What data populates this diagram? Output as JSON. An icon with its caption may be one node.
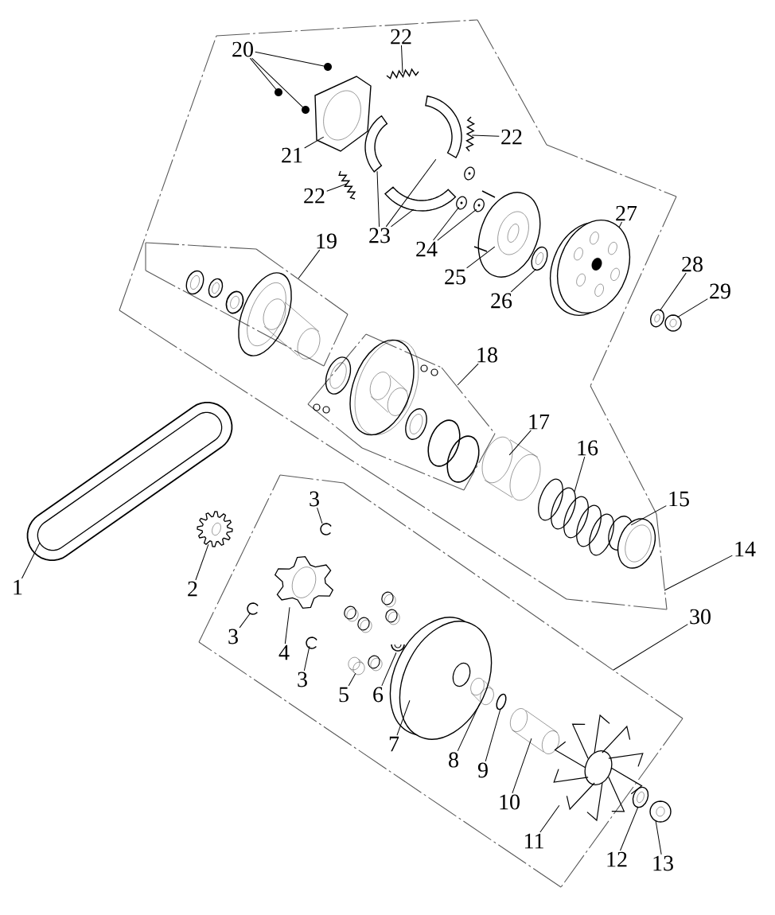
{
  "diagram": {
    "nodes": [
      {
        "text": [
          "20"
        ]
      },
      {
        "text": [
          "22"
        ]
      },
      {
        "text": [
          "21"
        ]
      },
      {
        "text": [
          "22"
        ]
      },
      {
        "text": [
          "22"
        ]
      },
      {
        "text": [
          "23"
        ]
      },
      {
        "text": [
          "24"
        ]
      },
      {
        "text": [
          "25"
        ]
      },
      {
        "text": [
          "26"
        ]
      },
      {
        "text": [
          "27"
        ]
      },
      {
        "text": [
          "28"
        ]
      },
      {
        "text": [
          "29"
        ]
      },
      {
        "text": [
          "19"
        ]
      },
      {
        "text": [
          "18"
        ]
      },
      {
        "text": [
          "17"
        ]
      },
      {
        "text": [
          "16"
        ]
      },
      {
        "text": [
          "15"
        ]
      },
      {
        "text": [
          "14"
        ]
      },
      {
        "text": [
          "1"
        ]
      },
      {
        "text": [
          "2"
        ]
      },
      {
        "text": [
          "3"
        ]
      },
      {
        "text": [
          "3"
        ]
      },
      {
        "text": [
          "4"
        ]
      },
      {
        "text": [
          "3"
        ]
      },
      {
        "text": [
          "5"
        ]
      },
      {
        "text": [
          "6"
        ]
      },
      {
        "text": [
          "7"
        ]
      },
      {
        "text": [
          "8"
        ]
      },
      {
        "text": [
          "9"
        ]
      },
      {
        "text": [
          "10"
        ]
      },
      {
        "text": [
          "11"
        ]
      },
      {
        "text": [
          "12"
        ]
      },
      {
        "text": [
          "13"
        ]
      },
      {
        "text": [
          "30"
        ]
      },
      {
        "text": [],
        "shape": "picture"
      },
      {
        "text": [],
        "shape": "picture"
      },
      {
        "text": [],
        "shape": "picture"
      },
      {
        "text": [],
        "shape": "picture"
      },
      {
        "text": [],
        "shape": "picture"
      },
      {
        "text": [],
        "shape": "picture"
      },
      {
        "text": [],
        "shape": "picture"
      },
      {
        "text": [],
        "shape": "picture"
      },
      {
        "text": [],
        "shape": "picture"
      },
      {
        "text": [],
        "shape": "picture"
      },
      {
        "text": [],
        "shape": "picture"
      },
      {
        "text": [],
        "shape": "picture"
      },
      {
        "text": [],
        "shape": "picture"
      },
      {
        "text": [],
        "shape": "picture"
      },
      {
        "text": [],
        "shape": "picture"
      },
      {
        "text": [],
        "shape": "picture"
      },
      {
        "text": [],
        "shape": "picture"
      },
      {
        "text": [],
        "shape": "picture"
      },
      {
        "text": [],
        "shape": "picture"
      },
      {
        "text": [],
        "shape": "picture"
      },
      {
        "text": [],
        "shape": "picture"
      },
      {
        "text": [],
        "shape": "picture"
      },
      {
        "text": [],
        "shape": "picture"
      },
      {
        "text": [],
        "shape": "picture"
      },
      {
        "text": [],
        "shape": "picture"
      },
      {
        "text": [],
        "shape": "picture"
      },
      {
        "text": [],
        "shape": "cylinder"
      },
      {
        "text": [],
        "shape": "picture"
      },
      {
        "text": [],
        "shape": "picture"
      },
      {
        "text": [],
        "shape": "picture"
      },
      {
        "text": [],
        "shape": "picture"
      },
      {
        "text": [],
        "shape": "picture"
      },
      {
        "text": [],
        "shape": "picture"
      },
      {
        "text": [],
        "shape": "picture"
      },
      {
        "text": [],
        "shape": "picture"
      }
    ],
    "edges": [
      {
        "from": 0,
        "to": 34,
        "arrow": "none"
      },
      {
        "from": 0,
        "to": 35,
        "arrow": "none"
      },
      {
        "from": 0,
        "to": 36,
        "arrow": "none"
      },
      {
        "from": 1,
        "to": 37,
        "arrow": "none"
      },
      {
        "from": 2,
        "to": 38,
        "arrow": "none"
      },
      {
        "from": 3,
        "to": 39,
        "arrow": "none"
      },
      {
        "from": 4,
        "to": 40,
        "arrow": "none"
      },
      {
        "from": 5,
        "to": 41,
        "arrow": "none"
      },
      {
        "from": 5,
        "to": 42,
        "arrow": "none"
      },
      {
        "from": 5,
        "to": 43,
        "arrow": "none"
      },
      {
        "from": 6,
        "to": 44,
        "arrow": "none"
      },
      {
        "from": 6,
        "to": 45,
        "arrow": "none"
      },
      {
        "from": 7,
        "to": 46,
        "arrow": "none"
      },
      {
        "from": 8,
        "to": 47,
        "arrow": "none"
      },
      {
        "from": 9,
        "to": 48,
        "arrow": "none"
      },
      {
        "from": 10,
        "to": 49,
        "arrow": "none"
      },
      {
        "from": 11,
        "to": 50,
        "arrow": "none"
      },
      {
        "from": 12,
        "to": null,
        "arrow": "none"
      },
      {
        "from": 13,
        "to": null,
        "arrow": "none"
      },
      {
        "from": 14,
        "to": 51,
        "arrow": "none"
      },
      {
        "from": 15,
        "to": 52,
        "arrow": "none"
      },
      {
        "from": 16,
        "to": 53,
        "arrow": "none"
      },
      {
        "from": 17,
        "to": null,
        "arrow": "none"
      },
      {
        "from": 18,
        "to": 54,
        "arrow": "none"
      },
      {
        "from": 19,
        "to": 55,
        "arrow": "none"
      },
      {
        "from": 20,
        "to": 56,
        "arrow": "none"
      },
      {
        "from": 21,
        "to": 57,
        "arrow": "none"
      },
      {
        "from": 22,
        "to": 58,
        "arrow": "none"
      },
      {
        "from": 23,
        "to": 59,
        "arrow": "none"
      },
      {
        "from": 24,
        "to": 60,
        "arrow": "none"
      },
      {
        "from": 25,
        "to": 61,
        "arrow": "none"
      },
      {
        "from": 26,
        "to": 62,
        "arrow": "none"
      },
      {
        "from": 27,
        "to": 63,
        "arrow": "none"
      },
      {
        "from": 28,
        "to": 64,
        "arrow": "none"
      },
      {
        "from": 29,
        "to": 65,
        "arrow": "none"
      },
      {
        "from": 30,
        "to": 66,
        "arrow": "none"
      },
      {
        "from": 31,
        "to": 67,
        "arrow": "none"
      },
      {
        "from": 32,
        "to": 68,
        "arrow": "none"
      },
      {
        "from": 33,
        "to": null,
        "arrow": "none"
      }
    ]
  }
}
